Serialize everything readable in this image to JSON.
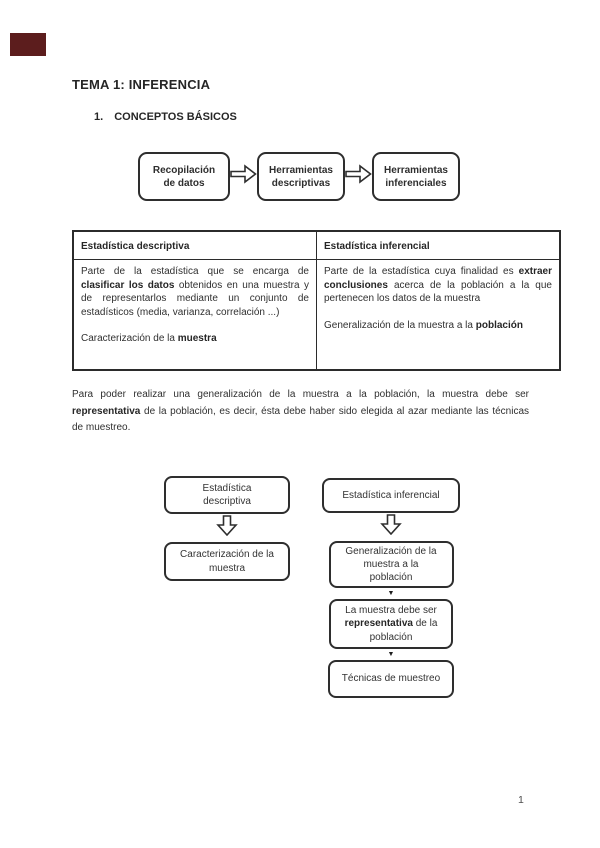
{
  "page": {
    "number": "1",
    "background_color": "#ffffff",
    "corner_block_color": "#5c1d1d",
    "text_color": "#303030",
    "border_color": "#2b2b2b"
  },
  "title": "TEMA 1: INFERENCIA",
  "section": {
    "number": "1.",
    "label": "CONCEPTOS BÁSICOS"
  },
  "icons": {
    "right_arrow": "right-block-arrow",
    "down_arrow": "down-block-arrow",
    "tiny_arrow": "▼"
  },
  "top_flowchart": {
    "boxes": [
      {
        "label": "Recopilación\nde datos"
      },
      {
        "label": "Herramientas\ndescriptivas"
      },
      {
        "label": "Herramientas\ninferenciales"
      }
    ]
  },
  "table": {
    "headers": [
      "Estadística descriptiva",
      "Estadística inferencial"
    ],
    "left": {
      "p1": [
        {
          "text": "Parte de la estadística que se encarga de "
        },
        {
          "text": "clasificar los datos",
          "bold": true
        },
        {
          "text": " obtenidos en una muestra y de representarlos mediante un conjunto de estadísticos (media, varianza, correlación ...)"
        }
      ],
      "p2": [
        {
          "text": "Caracterización de la "
        },
        {
          "text": "muestra",
          "bold": true
        }
      ]
    },
    "right": {
      "p1": [
        {
          "text": "Parte de la estadística cuya finalidad es "
        },
        {
          "text": "extraer conclusiones",
          "bold": true
        },
        {
          "text": " acerca de la población a la que pertenecen los datos de la muestra"
        }
      ],
      "p2": [
        {
          "text": "Generalización de la muestra a la "
        },
        {
          "text": "población",
          "bold": true
        }
      ]
    }
  },
  "paragraph": {
    "parts": [
      {
        "text": "Para poder realizar una generalización de la muestra a la población, la muestra debe ser "
      },
      {
        "text": "representativa",
        "bold": true
      },
      {
        "text": " de la población, es decir, ésta debe haber sido elegida al azar mediante las técnicas de muestreo."
      }
    ]
  },
  "left_flowchart": {
    "boxes": [
      {
        "label": "Estadística\ndescriptiva"
      },
      {
        "label": "Caracterización de la\nmuestra"
      }
    ]
  },
  "right_flowchart": {
    "box1": {
      "label": "Estadística inferencial"
    },
    "box2": {
      "label": "Generalización de la\nmuestra a la\npoblación"
    },
    "box3": {
      "parts": [
        {
          "text": "La muestra debe ser\n"
        },
        {
          "text": "representativa",
          "bold": true
        },
        {
          "text": " de la\npoblación"
        }
      ]
    },
    "box4": {
      "label": "Técnicas de muestreo"
    }
  }
}
